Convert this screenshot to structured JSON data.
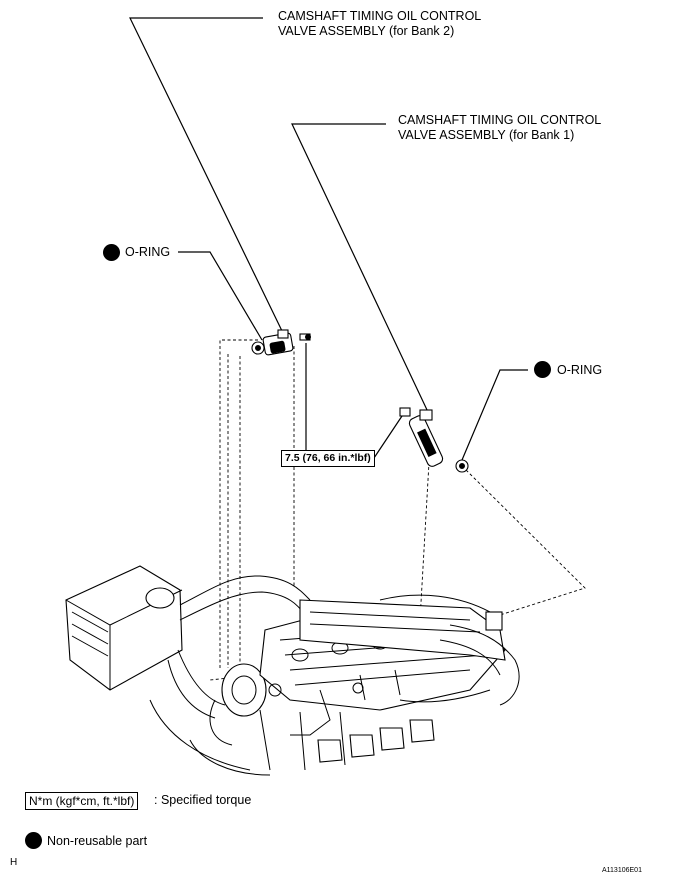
{
  "labels": {
    "ocv_bank2_line1": "CAMSHAFT TIMING OIL CONTROL",
    "ocv_bank2_line2": "VALVE ASSEMBLY (for Bank 2)",
    "ocv_bank1_line1": "CAMSHAFT TIMING OIL CONTROL",
    "ocv_bank1_line2": "VALVE ASSEMBLY (for Bank 1)",
    "oring_left": "O-RING",
    "oring_right": "O-RING",
    "torque": "7.5 (76, 66 in.*lbf)"
  },
  "legend": {
    "torque_unit": "N*m (kgf*cm, ft.*lbf)",
    "torque_desc": ": Specified torque",
    "nonreusable": "Non-reusable part"
  },
  "footer": {
    "left_code": "H",
    "figure_id": "A113106E01"
  }
}
